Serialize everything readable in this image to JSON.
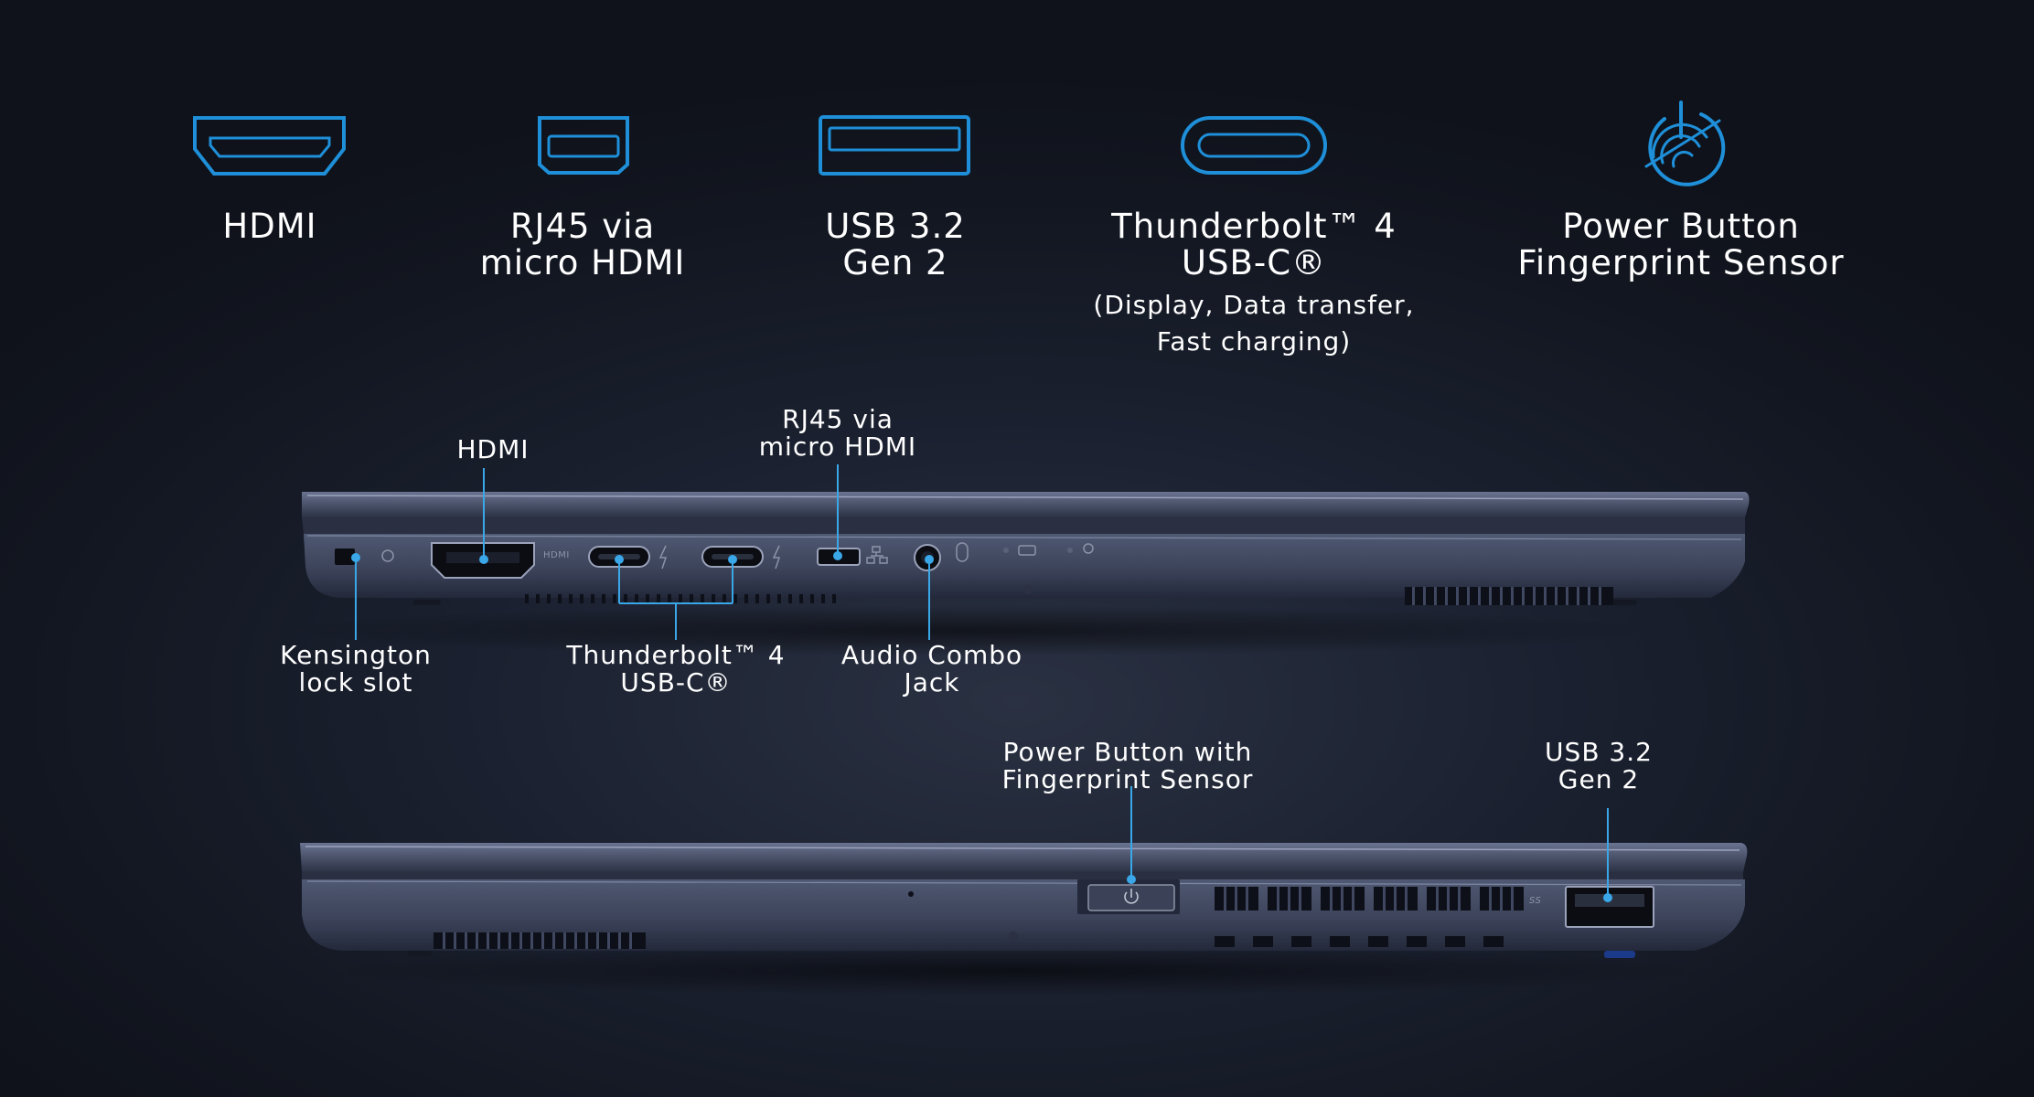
{
  "features": [
    {
      "icon": "hdmi-port-icon",
      "label": "HDMI",
      "sub": ""
    },
    {
      "icon": "micro-hdmi-port-icon",
      "label": "RJ45 via\nmicro HDMI",
      "sub": ""
    },
    {
      "icon": "usb-a-port-icon",
      "label": "USB 3.2\nGen 2",
      "sub": ""
    },
    {
      "icon": "usb-c-port-icon",
      "label": "Thunderbolt™ 4\nUSB-C®",
      "sub": "(Display, Data transfer,\nFast charging)"
    },
    {
      "icon": "fingerprint-power-icon",
      "label": "Power Button\nFingerprint Sensor",
      "sub": ""
    }
  ],
  "left_side": {
    "callouts": {
      "hdmi": "HDMI",
      "rj45": "RJ45 via\nmicro HDMI",
      "kensington": "Kensington\nlock slot",
      "thunderbolt": "Thunderbolt™ 4\nUSB-C®",
      "audio": "Audio Combo\nJack"
    },
    "port_printing": "HDMI"
  },
  "right_side": {
    "callouts": {
      "power": "Power Button with\nFingerprint Sensor",
      "usb": "USB 3.2\nGen 2"
    },
    "port_printing": "SS"
  },
  "colors": {
    "accent": "#1e8fd8",
    "leader": "#3aa7e8",
    "chassis": "#474f65",
    "chassis_dark": "#2f3548"
  }
}
